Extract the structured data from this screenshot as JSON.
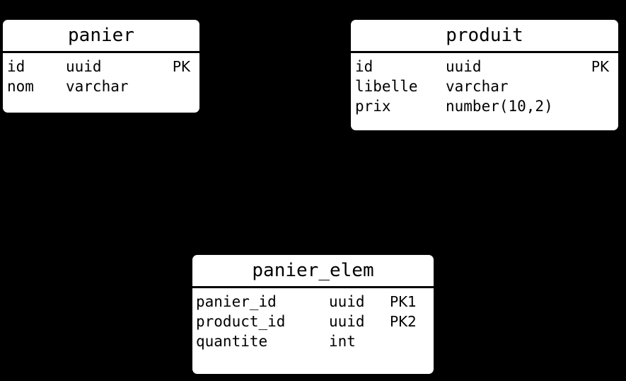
{
  "diagram": {
    "type": "entity-relationship-diagram",
    "background_color": "#000000",
    "entity_fill_color": "#ffffff",
    "text_color": "#000000",
    "entities": [
      {
        "id": "panier",
        "title": "panier",
        "attributes": [
          {
            "name": "id",
            "type": "uuid",
            "key": "PK"
          },
          {
            "name": "nom",
            "type": "varchar",
            "key": ""
          }
        ]
      },
      {
        "id": "produit",
        "title": "produit",
        "attributes": [
          {
            "name": "id",
            "type": "uuid",
            "key": "PK"
          },
          {
            "name": "libelle",
            "type": "varchar",
            "key": ""
          },
          {
            "name": "prix",
            "type": "number(10,2)",
            "key": ""
          }
        ]
      },
      {
        "id": "panier_elem",
        "title": "panier_elem",
        "attributes": [
          {
            "name": "panier_id",
            "type": "uuid",
            "key": "PK1"
          },
          {
            "name": "product_id",
            "type": "uuid",
            "key": "PK2"
          },
          {
            "name": "quantite",
            "type": "int",
            "key": ""
          }
        ]
      }
    ]
  }
}
